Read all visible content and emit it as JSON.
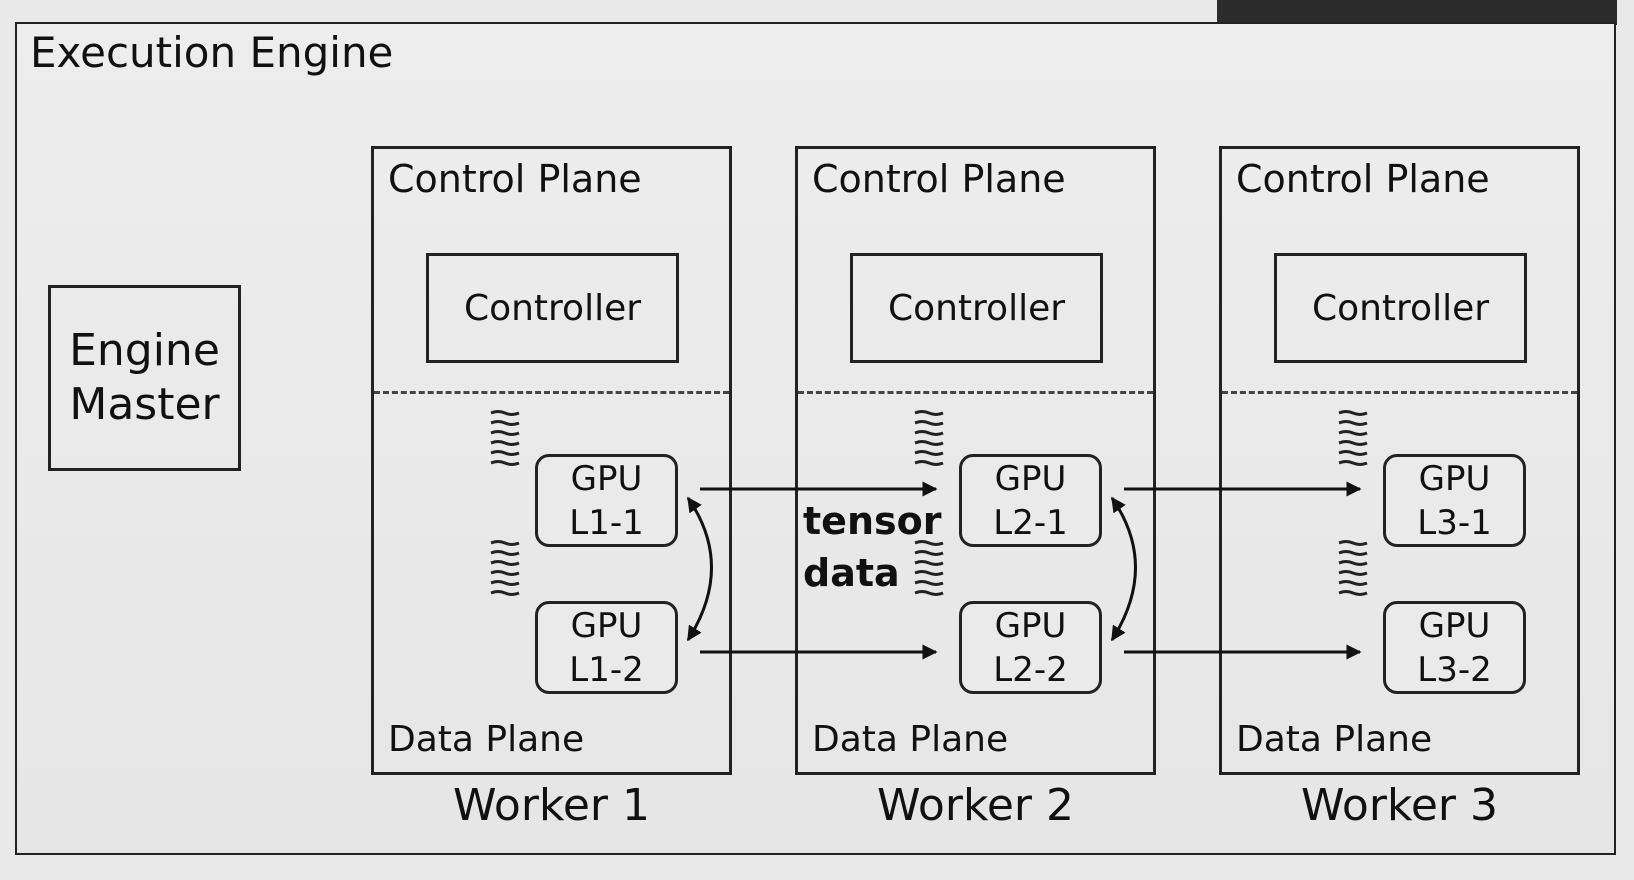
{
  "engine": {
    "title": "Execution Engine"
  },
  "master": {
    "line1": "Engine",
    "line2": "Master"
  },
  "workers": [
    {
      "label": "Worker 1",
      "control_plane": "Control Plane",
      "controller": "Controller",
      "data_plane": "Data Plane",
      "gpus": [
        {
          "line1": "GPU",
          "line2": "L1-1"
        },
        {
          "line1": "GPU",
          "line2": "L1-2"
        }
      ]
    },
    {
      "label": "Worker 2",
      "control_plane": "Control Plane",
      "controller": "Controller",
      "data_plane": "Data Plane",
      "gpus": [
        {
          "line1": "GPU",
          "line2": "L2-1"
        },
        {
          "line1": "GPU",
          "line2": "L2-2"
        }
      ]
    },
    {
      "label": "Worker 3",
      "control_plane": "Control Plane",
      "controller": "Controller",
      "data_plane": "Data Plane",
      "gpus": [
        {
          "line1": "GPU",
          "line2": "L3-1"
        },
        {
          "line1": "GPU",
          "line2": "L3-2"
        }
      ]
    }
  ],
  "edge_label": {
    "line1": "tensor",
    "line2": "data"
  }
}
